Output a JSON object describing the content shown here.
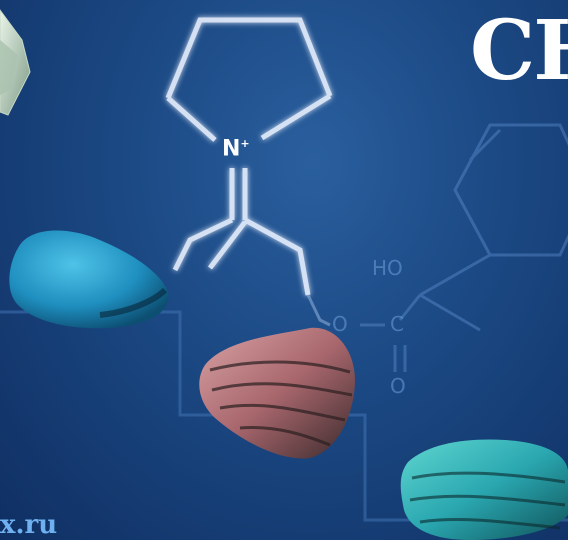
{
  "title_text": "CH",
  "site_text": "x.ru",
  "labels": {
    "nitrogen": "N",
    "charge": "+",
    "hydroxyl": "HO",
    "oxygen_ester": "O",
    "carbon": "C",
    "oxygen_carbonyl": "O"
  },
  "colors": {
    "background": "#1c4a85",
    "title": "#ffffff",
    "site": "#6fb1f0",
    "molecule_bright": "#e9f1ff",
    "molecule_faint": "#6fa0dc"
  }
}
